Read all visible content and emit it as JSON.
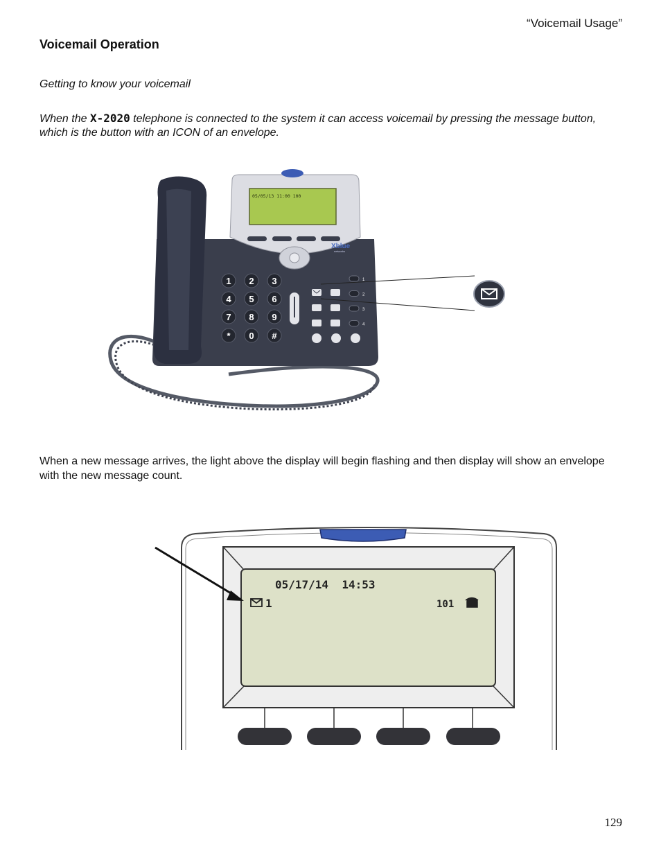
{
  "page": {
    "running_header": "“Voicemail Usage”",
    "section_title": "Voicemail Operation",
    "subtitle": "Getting to know your voicemail",
    "intro": {
      "before": "When the ",
      "model": "X-2020",
      "after": " telephone is connected to the system it can access voicemail by pressing the message button, which is the button with an ICON of  an envelope."
    },
    "paragraph_2": "When a new message arrives, the light above the display will begin flashing and then display will show an envelope with the new message count.",
    "page_number": "129"
  },
  "phone": {
    "brand": "Xblue",
    "brand_sub": "networks",
    "keypad": [
      "1",
      "2",
      "3",
      "4",
      "5",
      "6",
      "7",
      "8",
      "9",
      "*",
      "0",
      "#"
    ],
    "line_labels": [
      "1",
      "2",
      "3",
      "4"
    ],
    "lcd_small": "05/05/13  11:00  100"
  },
  "display": {
    "datetime": "05/17/14  14:53",
    "message_count": "1",
    "extension": "101"
  },
  "colors": {
    "phone_body": "#3a3e4c",
    "lcd_green": "#a8c850",
    "lcd_gray": "#dde1c8",
    "led_blue": "#3c5cb4"
  }
}
